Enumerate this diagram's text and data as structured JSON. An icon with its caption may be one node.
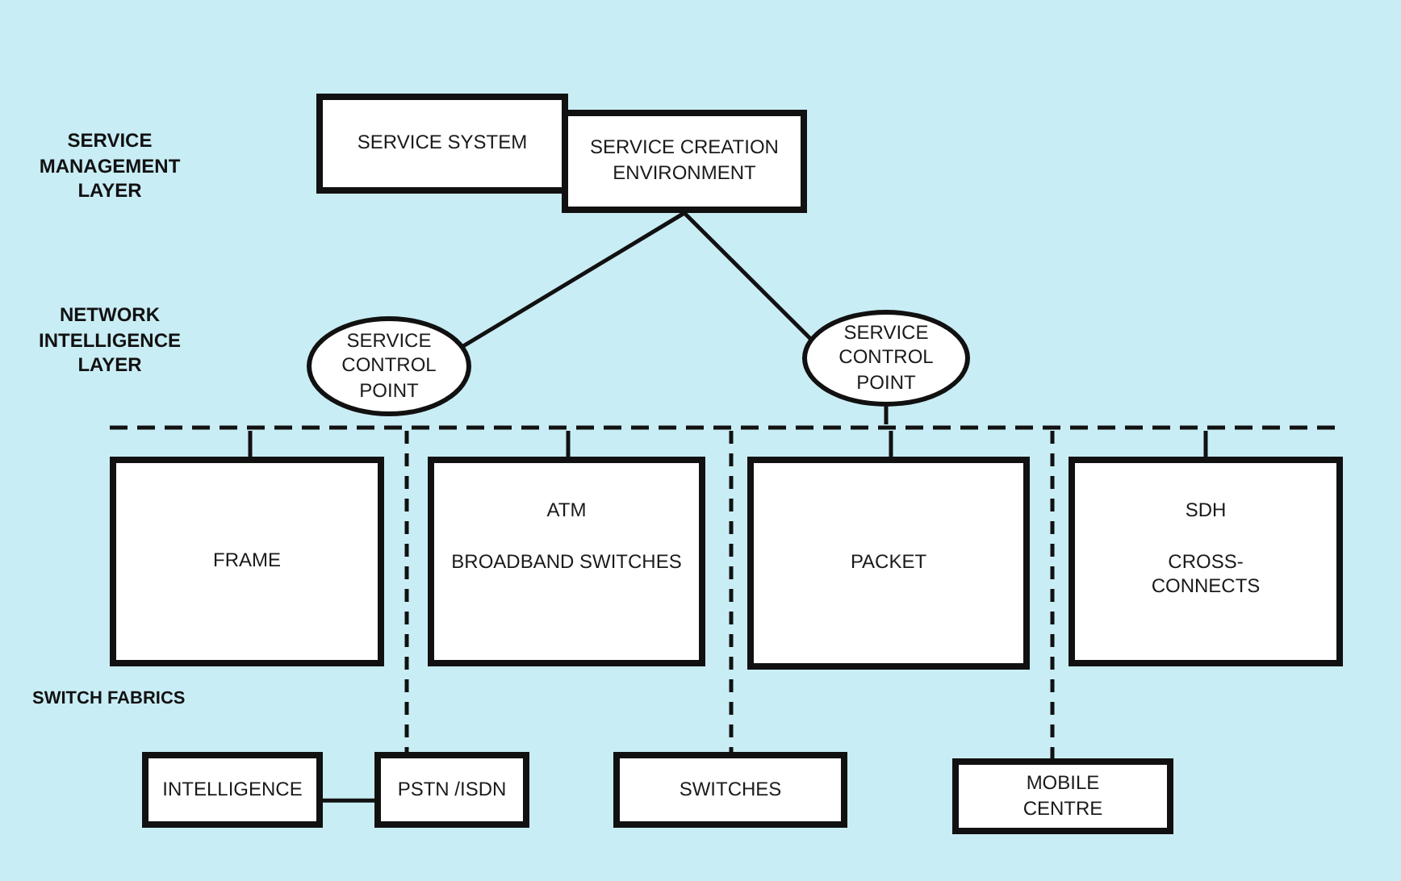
{
  "diagram": {
    "nodes": [
      {
        "text": [
          "SERVICE SYSTEM"
        ]
      },
      {
        "text": [
          "SERVICE CREATION ENVIRONMENT"
        ]
      },
      {
        "text": [
          "SERVICE CONTROL POINT"
        ]
      },
      {
        "text": [
          "SERVICE CONTROL POINT"
        ]
      },
      {
        "text": [],
        "shape": "bar"
      },
      {
        "text": [
          "FRAME"
        ]
      },
      {
        "text": [
          "ATM",
          "BROADBAND SWITCHES"
        ]
      },
      {
        "text": [
          "PACKET"
        ]
      },
      {
        "text": [
          "SDH",
          "CROSS-CONNECTS"
        ]
      },
      {
        "text": [
          "INTELLIGENCE"
        ]
      },
      {
        "text": [
          "PSTN /ISDN"
        ]
      },
      {
        "text": [
          "SWITCHES"
        ]
      },
      {
        "text": [
          "MOBILE CENTRE"
        ]
      }
    ],
    "edges": [
      {
        "from": 1,
        "to": 2,
        "arrow": "none"
      },
      {
        "from": 1,
        "to": 3,
        "arrow": "none"
      },
      {
        "from": 3,
        "to": 4,
        "arrow": "none"
      },
      {
        "from": 4,
        "to": 5,
        "arrow": "none"
      },
      {
        "from": 4,
        "to": 6,
        "arrow": "none"
      },
      {
        "from": 4,
        "to": 7,
        "arrow": "none"
      },
      {
        "from": 4,
        "to": 8,
        "arrow": "none"
      },
      {
        "from": 4,
        "to": 10,
        "arrow": "none",
        "style": "dashed"
      },
      {
        "from": 4,
        "to": 11,
        "arrow": "none",
        "style": "dashed"
      },
      {
        "from": 4,
        "to": 12,
        "arrow": "none",
        "style": "dashed"
      },
      {
        "from": 9,
        "to": 10,
        "arrow": "none"
      }
    ],
    "labels": [
      "SERVICE MANAGEMENT LAYER",
      "NETWORK INTELLIGENCE LAYER",
      "SWITCH FABRICS"
    ]
  }
}
